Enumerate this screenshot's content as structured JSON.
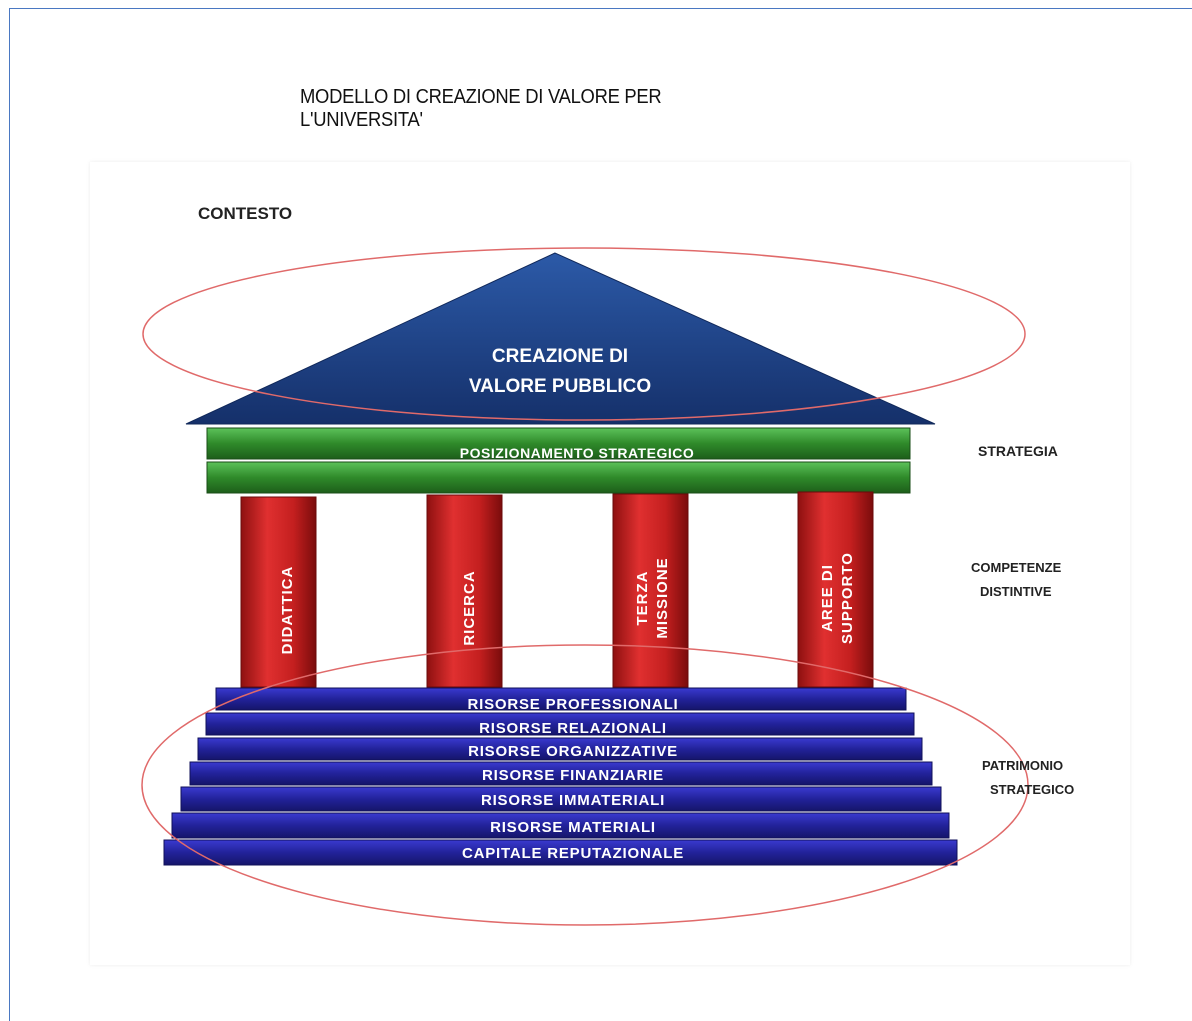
{
  "title": "MODELLO DI CREAZIONE DI VALORE PER L'UNIVERSITA'",
  "context_label": "CONTESTO",
  "roof": {
    "line1": "CREAZIONE DI",
    "line2": "VALORE PUBBLICO"
  },
  "beam_label": "POSIZIONAMENTO STRATEGICO",
  "pillars": [
    {
      "line1": "DIDATTICA",
      "line2": ""
    },
    {
      "line1": "RICERCA",
      "line2": ""
    },
    {
      "line1": "TERZA",
      "line2": "MISSIONE"
    },
    {
      "line1": "AREE  DI",
      "line2": "SUPPORTO"
    }
  ],
  "steps": [
    "RISORSE PROFESSIONALI",
    "RISORSE RELAZIONALI",
    "RISORSE ORGANIZZATIVE",
    "RISORSE FINANZIARIE",
    "RISORSE IMMATERIALI",
    "RISORSE MATERIALI",
    "CAPITALE REPUTAZIONALE"
  ],
  "side_labels": {
    "strategia": "STRATEGIA",
    "competenze_line1": "COMPETENZE",
    "competenze_line2": "DISTINTIVE",
    "patrimonio_line1": "PATRIMONIO",
    "patrimonio_line2": "STRATEGICO"
  },
  "colors": {
    "roof": "#1e3d7a",
    "beam": "#2f8a2a",
    "pillar": "#c41f1f",
    "step": "#22229a",
    "ellipse": "#e06a6a"
  }
}
